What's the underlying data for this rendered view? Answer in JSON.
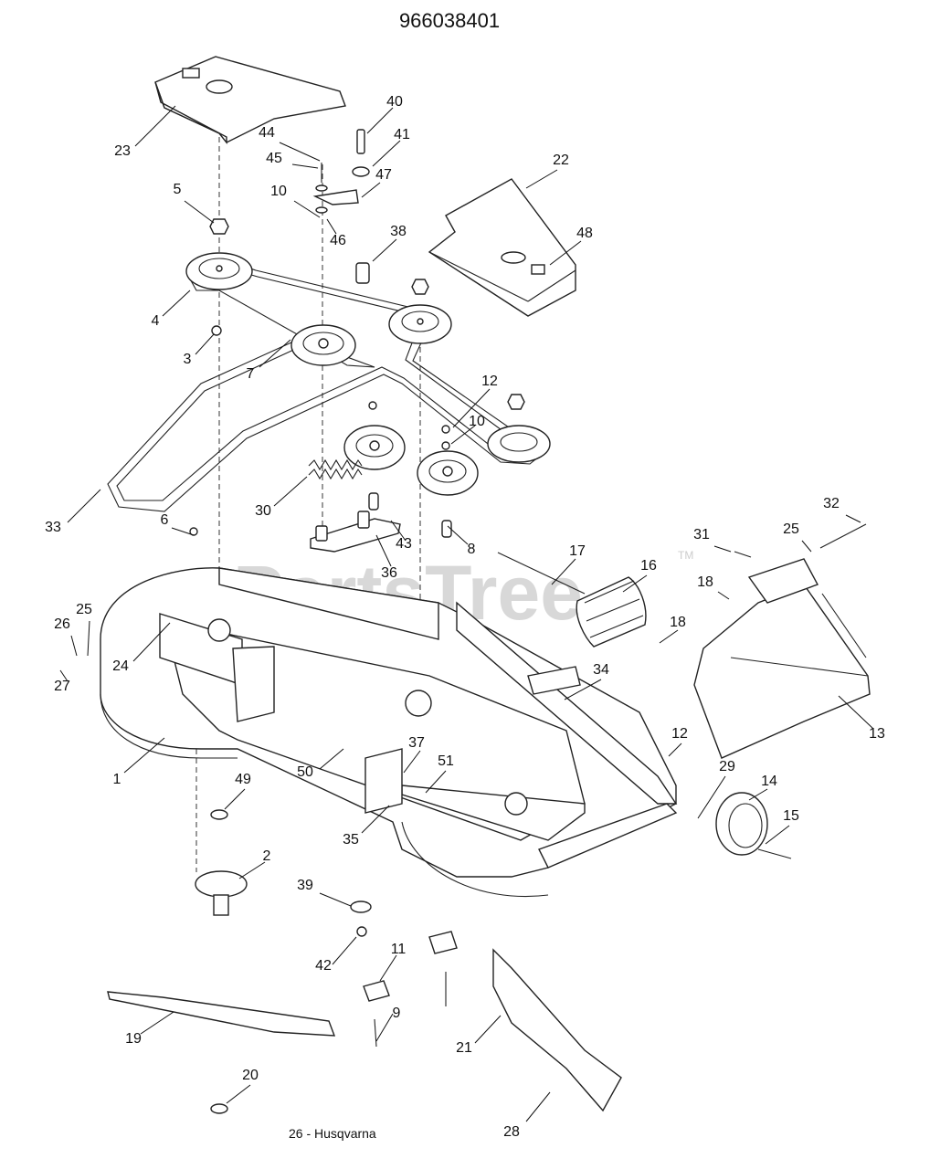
{
  "title": "966038401",
  "footer": "26 - Husqvarna",
  "watermark": "PartsTree",
  "watermark_tm": "TM",
  "callouts": [
    "1",
    "2",
    "3",
    "4",
    "5",
    "6",
    "7",
    "8",
    "9",
    "10",
    "10",
    "11",
    "12",
    "12",
    "13",
    "14",
    "15",
    "16",
    "17",
    "18",
    "18",
    "19",
    "20",
    "21",
    "22",
    "23",
    "24",
    "25",
    "25",
    "26",
    "27",
    "28",
    "29",
    "30",
    "31",
    "32",
    "33",
    "34",
    "35",
    "36",
    "37",
    "38",
    "39",
    "40",
    "41",
    "42",
    "43",
    "44",
    "45",
    "46",
    "47",
    "48",
    "49",
    "50",
    "51"
  ]
}
